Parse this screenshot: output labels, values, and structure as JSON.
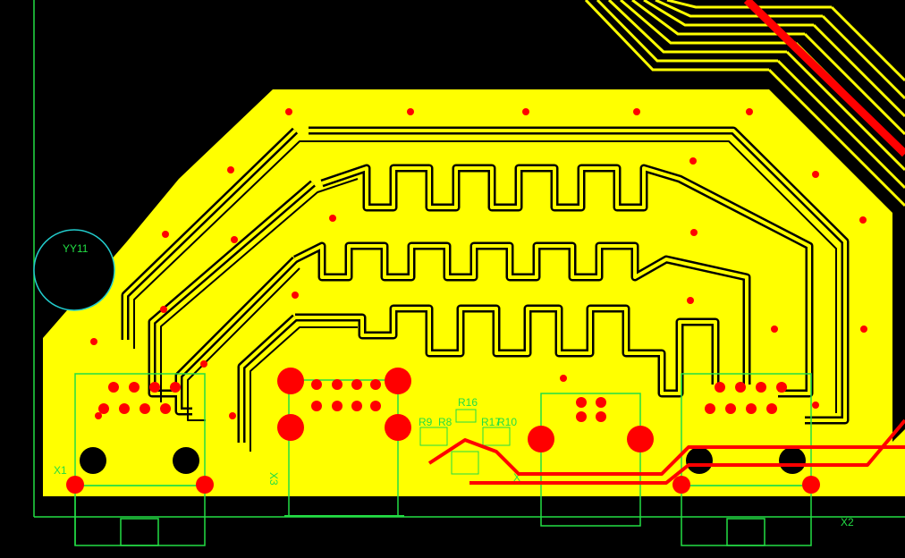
{
  "labels": {
    "mount_hole": "YY11",
    "x1": "X1",
    "x2": "X2",
    "x3": "X3",
    "x4": "X",
    "r16": "R16",
    "r9": "R9",
    "r8": "R8",
    "r17": "R17",
    "r10": "R10"
  },
  "colors": {
    "background": "#000000",
    "copper_fill": "#ffff00",
    "trace_outline": "#000000",
    "silkscreen": "#22dd44",
    "pad": "#ff0000",
    "drill": "#000000",
    "hole_outline": "#22cccc",
    "red_trace": "#ff0000"
  },
  "icons": {
    "mount_hole": "circle-hole-icon",
    "pad": "round-pad-icon",
    "via": "via-dot-icon"
  }
}
